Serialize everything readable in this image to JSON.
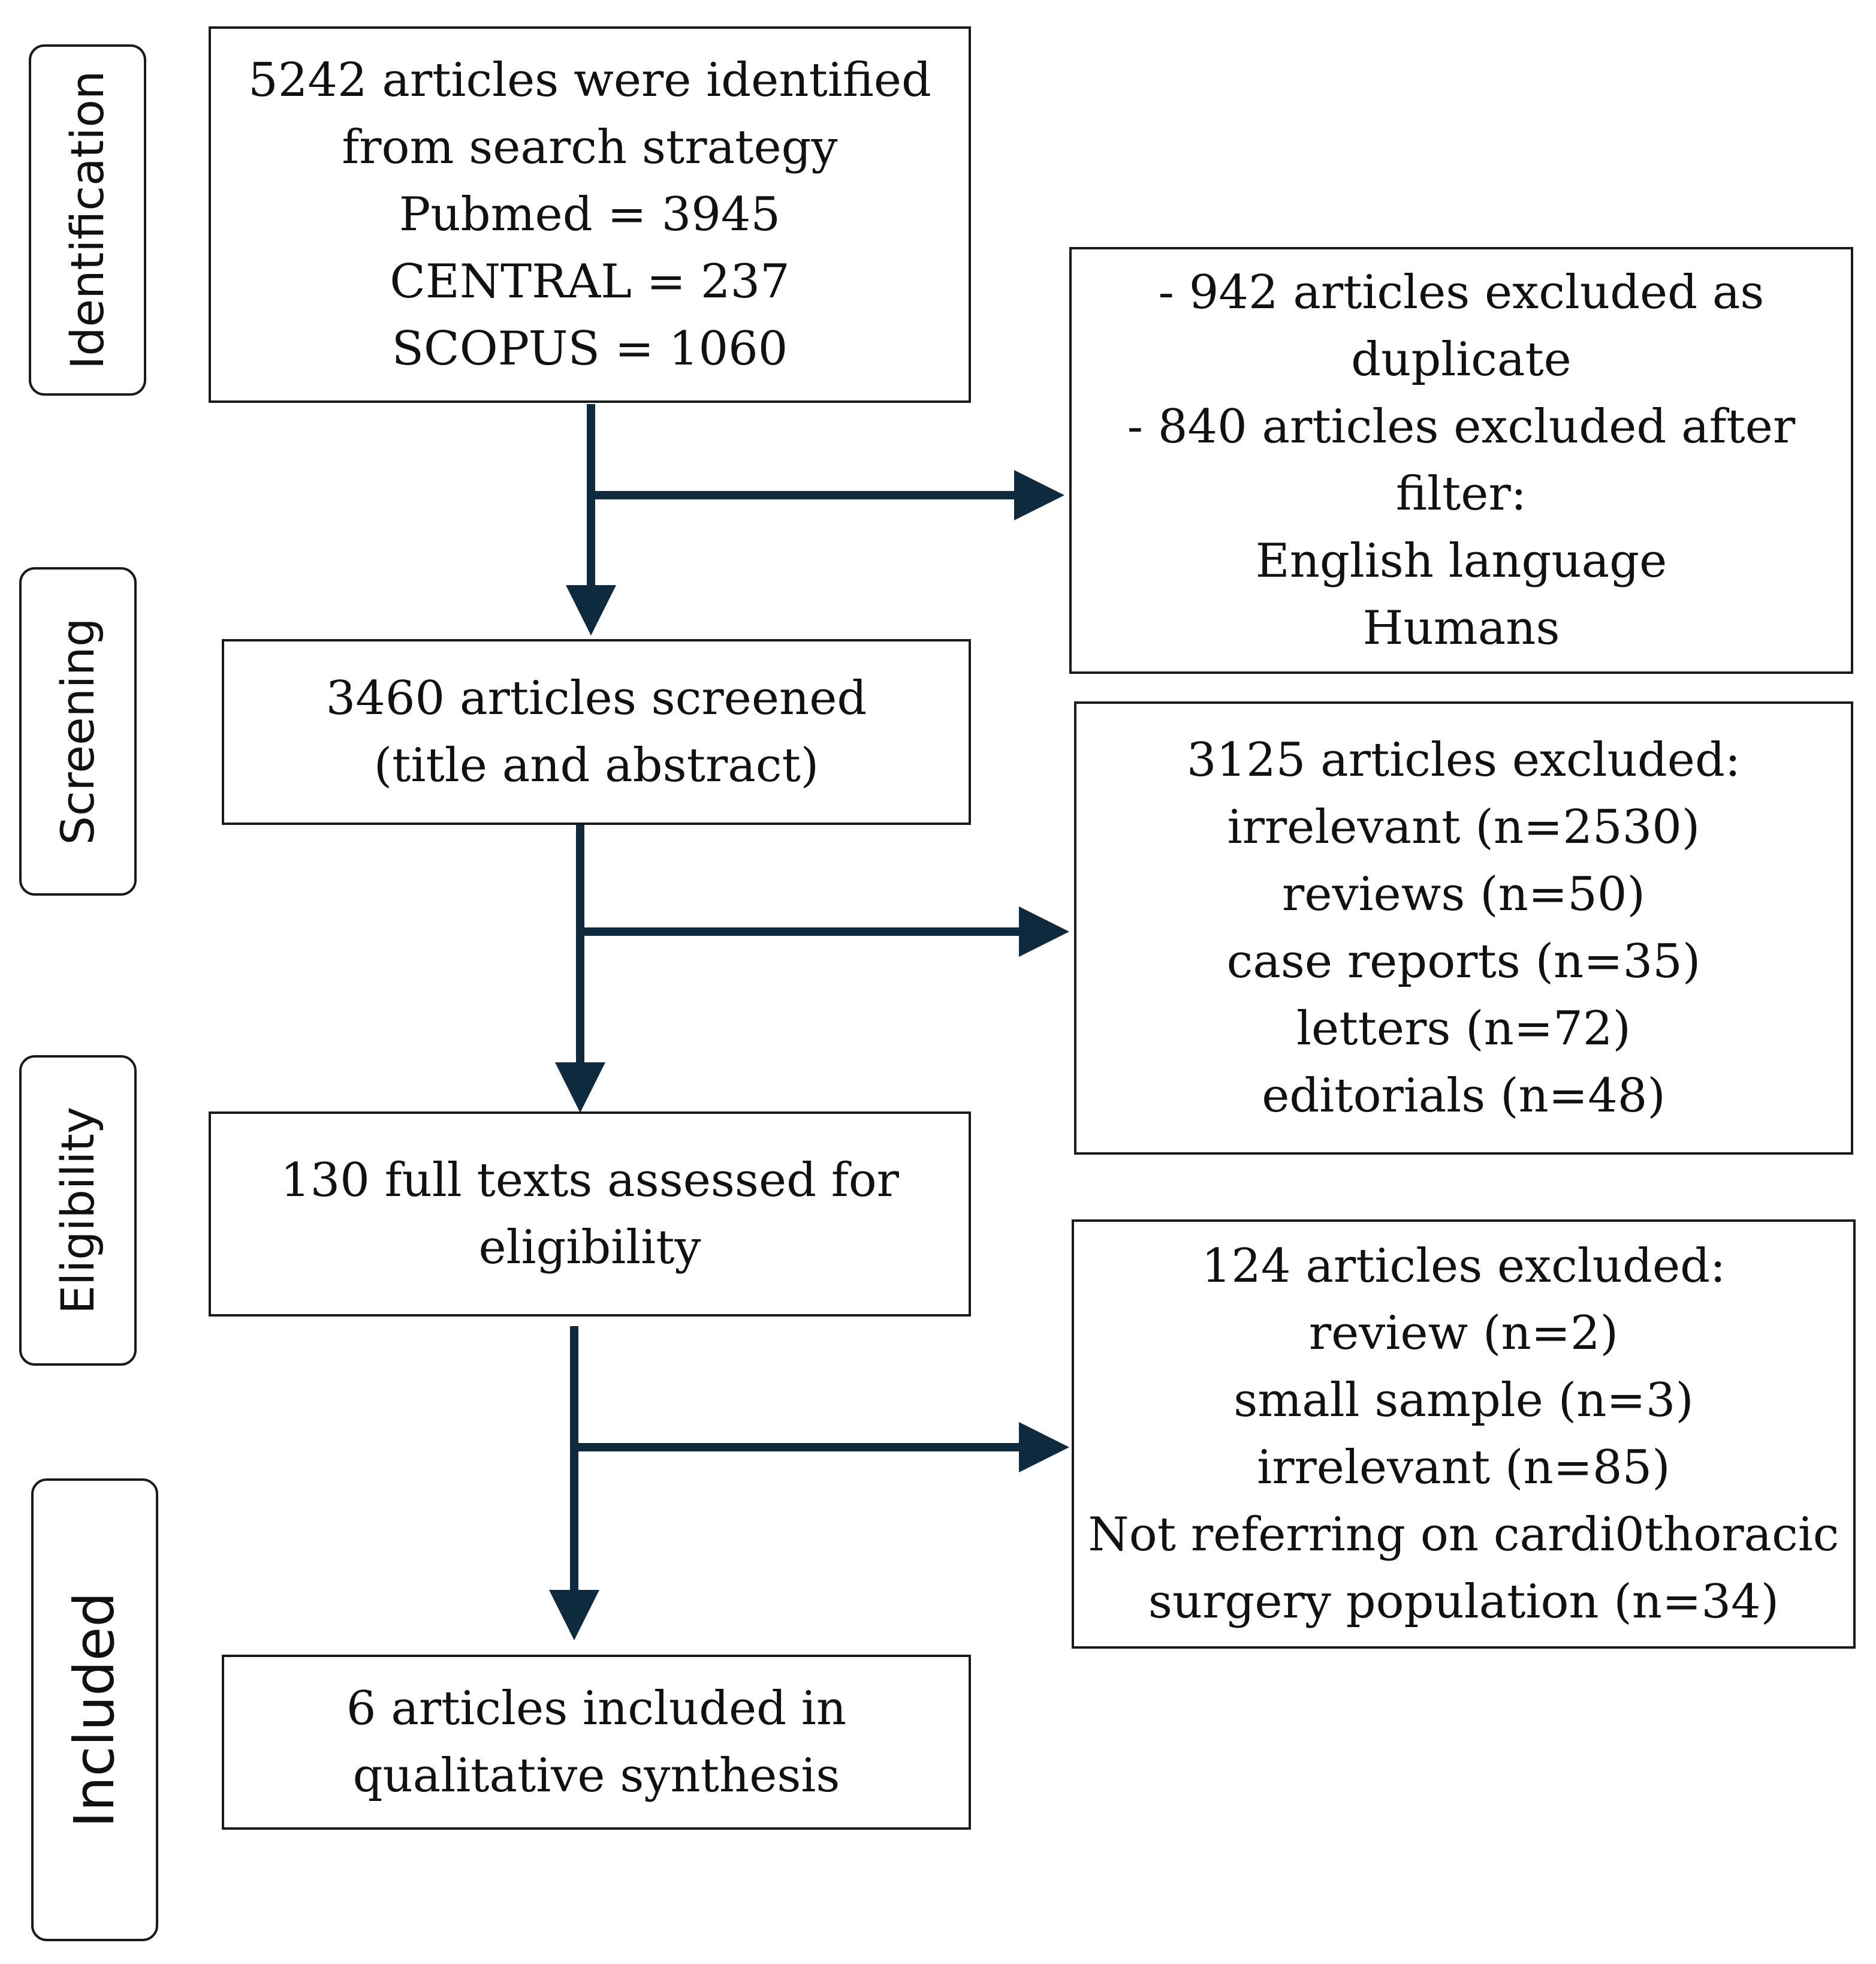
{
  "stages": {
    "identification": "Identification",
    "screening": "Screening",
    "eligibility": "Eligibility",
    "included": "Included"
  },
  "boxes": {
    "identified": {
      "lines": [
        "5242 articles were identified",
        "from search strategy",
        "Pubmed = 3945",
        "CENTRAL = 237",
        "SCOPUS = 1060"
      ]
    },
    "screened": {
      "lines": [
        "3460 articles screened",
        "(title and abstract)"
      ]
    },
    "fulltext": {
      "lines": [
        "130 full texts assessed for",
        "eligibility"
      ]
    },
    "included": {
      "lines": [
        "6 articles included in",
        "qualitative synthesis"
      ]
    },
    "excluded_duplicates": {
      "lines": [
        "-  942 articles excluded as",
        "duplicate",
        "- 840 articles excluded after",
        "filter:",
        "English language",
        "Humans"
      ]
    },
    "excluded_screening": {
      "lines": [
        "3125 articles excluded:",
        "irrelevant (n=2530)",
        "reviews (n=50)",
        "case reports (n=35)",
        "letters (n=72)",
        "editorials (n=48)"
      ]
    },
    "excluded_eligibility": {
      "lines": [
        "124 articles excluded:",
        "review (n=2)",
        "small sample (n=3)",
        "irrelevant (n=85)",
        "Not referring on cardi0thoracic",
        "surgery population (n=34)"
      ]
    }
  },
  "colors": {
    "arrow": "#0d2a3e",
    "border": "#1a1a1a"
  }
}
